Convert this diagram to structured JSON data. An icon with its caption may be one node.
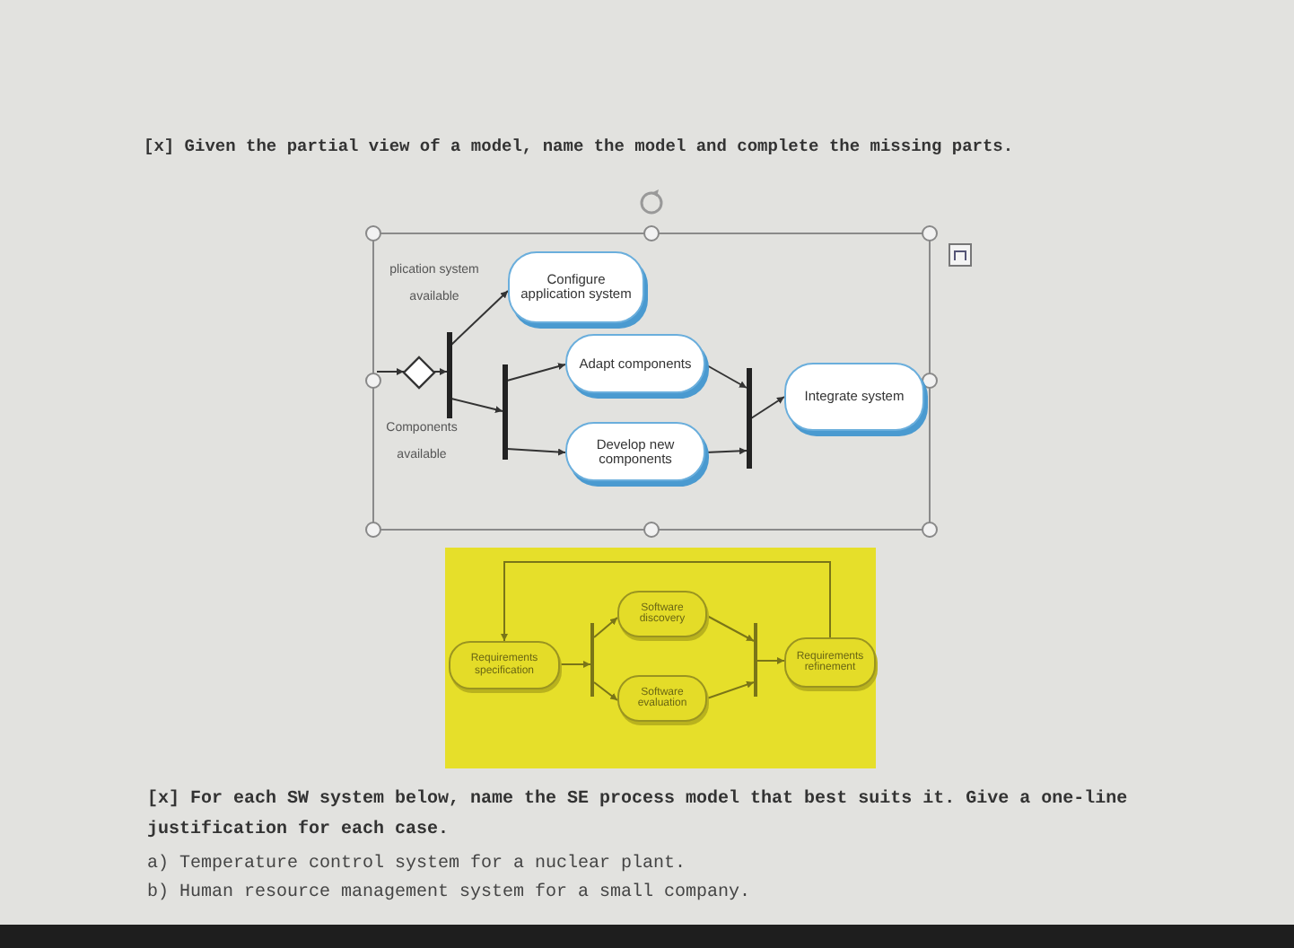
{
  "diagram": {
    "nodes": [
      {
        "text": [],
        "shape": "diamond"
      },
      {
        "text": [],
        "shape": "bar"
      },
      {
        "text": [
          "Configure application system"
        ]
      },
      {
        "text": [],
        "shape": "bar"
      },
      {
        "text": [
          "Adapt components"
        ]
      },
      {
        "text": [
          "Develop new components"
        ]
      },
      {
        "text": [],
        "shape": "bar"
      },
      {
        "text": [
          "Integrate system"
        ]
      },
      {
        "text": [
          "Requirements specification"
        ]
      },
      {
        "text": [],
        "shape": "bar"
      },
      {
        "text": [
          "Software discovery"
        ]
      },
      {
        "text": [
          "Software evaluation"
        ]
      },
      {
        "text": [],
        "shape": "bar"
      },
      {
        "text": [
          "Requirements refinement"
        ]
      }
    ],
    "edges": [
      {
        "from": null,
        "to": 0,
        "arrow": "to"
      },
      {
        "from": 0,
        "to": 1,
        "arrow": "to"
      },
      {
        "from": 1,
        "to": 2,
        "arrow": "to"
      },
      {
        "from": 1,
        "to": 3,
        "arrow": "to"
      },
      {
        "from": 3,
        "to": 4,
        "arrow": "to"
      },
      {
        "from": 3,
        "to": 5,
        "arrow": "to"
      },
      {
        "from": 4,
        "to": 6,
        "arrow": "to"
      },
      {
        "from": 5,
        "to": 6,
        "arrow": "to"
      },
      {
        "from": 6,
        "to": 7,
        "arrow": "to"
      },
      {
        "from": 8,
        "to": 9,
        "arrow": "to"
      },
      {
        "from": 9,
        "to": 10,
        "arrow": "to"
      },
      {
        "from": 9,
        "to": 11,
        "arrow": "to"
      },
      {
        "from": 10,
        "to": 12,
        "arrow": "to"
      },
      {
        "from": 11,
        "to": 12,
        "arrow": "to"
      },
      {
        "from": 12,
        "to": 13,
        "arrow": "to"
      },
      {
        "from": 13,
        "to": 8,
        "arrow": "to"
      }
    ],
    "labels": [
      "[x]  Given the partial view of a model, name the model and complete the missing parts.",
      "plication system available",
      "Components available",
      "[x]  For each SW system below, name the SE process model that best suits it. Give a one-line justification for each case.",
      "a) Temperature control system for a nuclear plant.",
      "b) Human resource management system for a small company."
    ]
  }
}
